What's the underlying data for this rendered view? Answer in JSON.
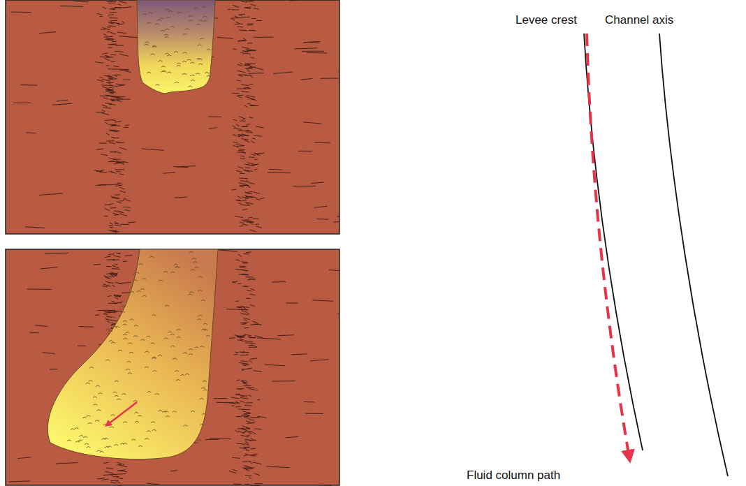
{
  "diagram": {
    "labels": [
      "Levee crest",
      "Channel axis",
      "Fluid column path"
    ]
  }
}
